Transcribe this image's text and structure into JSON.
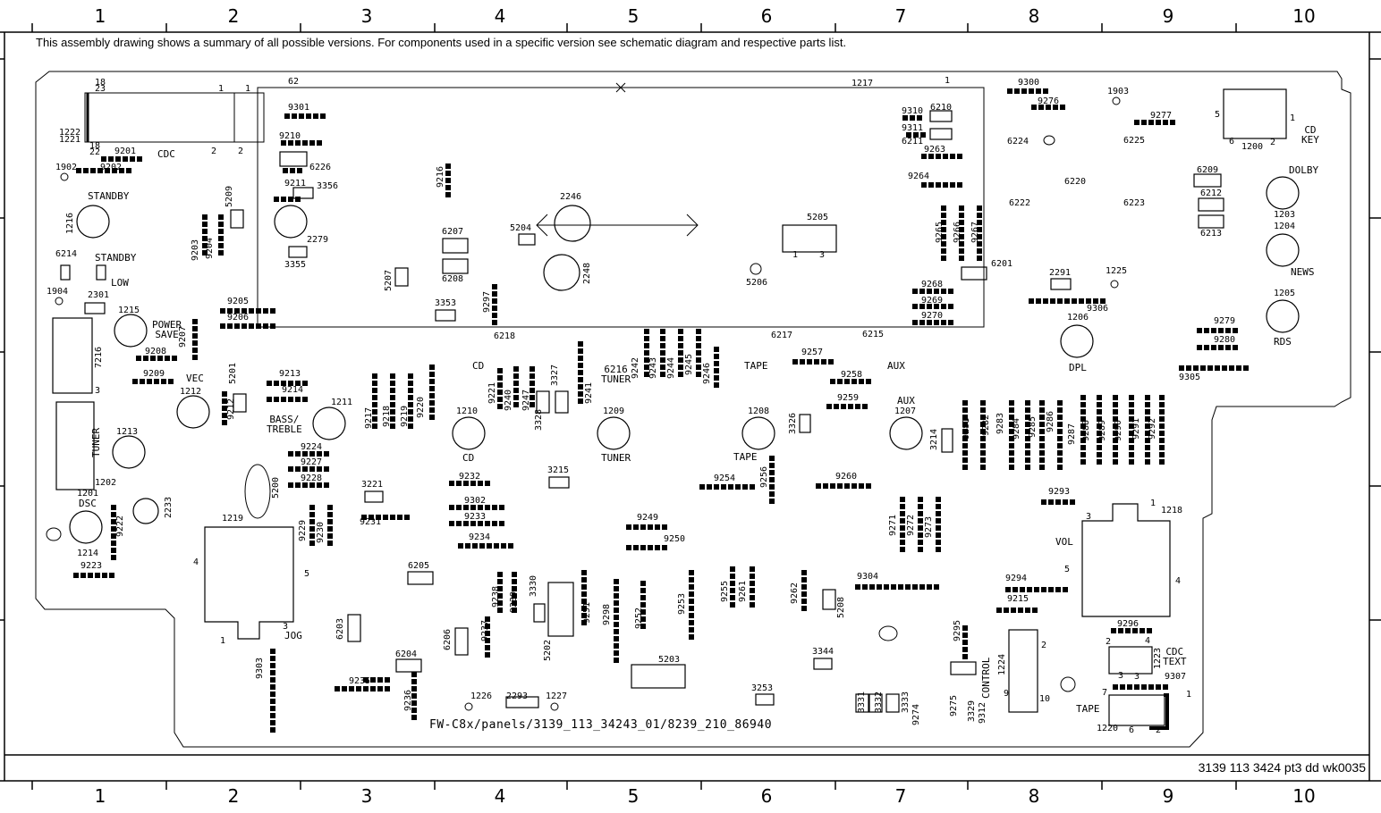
{
  "grid_columns": [
    "1",
    "2",
    "3",
    "4",
    "5",
    "6",
    "7",
    "8",
    "9",
    "10"
  ],
  "note": "This assembly drawing shows a summary of all possible versions. For components used in a specific version see schematic diagram and respective parts list.",
  "document_number": "3139 113 3424 pt3  dd wk0035",
  "board_id": "FW-C8x/panels/3139_113_34243_01/8239_210_86940",
  "captions": {
    "cdc": "CDC",
    "standby_btn": "STANDBY",
    "standby_led": "STANDBY",
    "low": "LOW",
    "power_save": "POWER\nSAVE",
    "vec": "VEC",
    "bass_treble": "BASS/\nTREBLE",
    "tuner_vert": "TUNER",
    "dsc": "DSC",
    "jog": "JOG",
    "cd_led": "CD",
    "tuner_led": "6216\nTUNER",
    "tape_led": "TAPE",
    "aux_led": "AUX",
    "cd_btn": "CD",
    "tuner_btn": "TUNER",
    "tape_btn": "TAPE",
    "aux_btn": "AUX",
    "dpl": "DPL",
    "rds": "RDS",
    "news": "NEWS",
    "dolby": "DOLBY",
    "cd_key": "CD\nKEY",
    "vol": "VOL",
    "cdc_text": "CDC\nTEXT",
    "tape_conn": "TAPE",
    "control": "CONTROL"
  },
  "refs": {
    "r9301": "9301",
    "r9210": "9210",
    "r6226": "6226",
    "r9211": "9211",
    "r3356": "3356",
    "r2279": "2279",
    "r3355": "3355",
    "r9216": "9216",
    "r2246": "2246",
    "r5204": "5204",
    "r6207": "6207",
    "r6208": "6208",
    "r2248": "2248",
    "r5207": "5207",
    "r3353": "3353",
    "r9297": "9297",
    "r5205": "5205",
    "r5206": "5206",
    "r1217": "1217",
    "r62": "62",
    "r9310": "9310",
    "r6210": "6210",
    "r9311": "9311",
    "r6211": "6211",
    "r9263": "9263",
    "r9264": "9264",
    "r9265": "9265",
    "r9266": "9266",
    "r9267": "9267",
    "r6201": "6201",
    "r9268": "9268",
    "r9269": "9269",
    "r9270": "9270",
    "r9300": "9300",
    "r9276": "9276",
    "r1903": "1903",
    "r9277": "9277",
    "r6224": "6224",
    "r6225": "6225",
    "r6220": "6220",
    "r6222": "6222",
    "r6223": "6223",
    "r2291": "2291",
    "r1225": "1225",
    "r9306": "9306",
    "r1206": "1206",
    "r1200": "1200",
    "r6209": "6209",
    "r6212": "6212",
    "r6213": "6213",
    "r1203": "1203",
    "r1204": "1204",
    "r1205": "1205",
    "r9279": "9279",
    "r9280": "9280",
    "r9305": "9305",
    "r1222": "1222",
    "r1221": "1221",
    "r9201": "9201",
    "r1902": "1902",
    "r9202": "9202",
    "r1216": "1216",
    "r5209": "5209",
    "r9203": "9203",
    "r9204": "9204",
    "r6214": "6214",
    "r1904": "1904",
    "r2301": "2301",
    "r1215": "1215",
    "r9205": "9205",
    "r9206": "9206",
    "r7216": "7216",
    "r9208": "9208",
    "r9207": "9207",
    "r9209": "9209",
    "r1212": "1212",
    "r5201": "5201",
    "r9212": "9212",
    "r9213": "9213",
    "r9214": "9214",
    "r1211": "1211",
    "r1213": "1213",
    "r1201": "1201",
    "r1202": "1202",
    "r2233": "2233",
    "r9222": "9222",
    "r1214": "1214",
    "r9223": "9223",
    "r9224": "9224",
    "r9227": "9227",
    "r9228": "9228",
    "r5200": "5200",
    "r1219": "1219",
    "r9229": "9229",
    "r9230": "9230",
    "r3221": "3221",
    "r9231": "9231",
    "r9217": "9217",
    "r9218": "9218",
    "r9219": "9219",
    "r9220": "9220",
    "r6218": "6218",
    "r1210": "1210",
    "r9221": "9221",
    "r9240": "9240",
    "r9247": "9247",
    "r3328": "3328",
    "r3327": "3327",
    "r9241": "9241",
    "r9232": "9232",
    "r9302": "9302",
    "r9233": "9233",
    "r9234": "9234",
    "r3215": "3215",
    "r1209": "1209",
    "r9242": "9242",
    "r9243": "9243",
    "r9244": "9244",
    "r9245": "9245",
    "r9246": "9246",
    "r6217": "6217",
    "r1208": "1208",
    "r9257": "9257",
    "r9258": "9258",
    "r9259": "9259",
    "r3326": "3326",
    "r6215": "6215",
    "r1207": "1207",
    "r3214": "3214",
    "r9254": "9254",
    "r9256": "9256",
    "r9260": "9260",
    "r9249": "9249",
    "r9250": "9250",
    "r9255": "9255",
    "r9261": "9261",
    "r9262": "9262",
    "r5208": "5208",
    "r9304": "9304",
    "r6205": "6205",
    "r6203": "6203",
    "r6204": "6204",
    "r6206": "6206",
    "r9238": "9238",
    "r9239": "9239",
    "r3330": "3330",
    "r9237": "9237",
    "r5202": "5202",
    "r9251": "9251",
    "r9298": "9298",
    "r9252": "9252",
    "r9253": "9253",
    "r5203": "5203",
    "r3344": "3344",
    "r3253": "3253",
    "r9303": "9303",
    "r9235": "9235",
    "r9236": "9236",
    "r1226": "1226",
    "r2293": "2293",
    "r1227": "1227",
    "r9281": "9281",
    "r9282": "9282",
    "r9283": "9283",
    "r9284": "9284",
    "r9285": "9285",
    "r9286": "9286",
    "r9287": "9287",
    "r9288": "9288",
    "r9289": "9289",
    "r9290": "9290",
    "r9291": "9291",
    "r9292": "9292",
    "r9271": "9271",
    "r9272": "9272",
    "r9273": "9273",
    "r9293": "9293",
    "r1218": "1218",
    "r9294": "9294",
    "r9215": "9215",
    "r9295": "9295",
    "r1224": "1224",
    "r9296": "9296",
    "r1223": "1223",
    "r9307": "9307",
    "r1220": "1220",
    "r9275": "9275",
    "r3329": "3329",
    "r9312": "9312",
    "r9274": "9274",
    "r3331": "3331",
    "r3332": "3332",
    "r3333": "3333"
  },
  "pins": {
    "p18": "18",
    "p23": "23",
    "p1a": "1",
    "p1b": "1",
    "p22": "22",
    "p18b": "18",
    "p2a": "2",
    "p2b": "2",
    "p1c": "1",
    "p3a": "3",
    "p3b": "3",
    "p4a": "4",
    "p5a": "5",
    "p6a": "6",
    "p1d": "1",
    "p2c": "2",
    "p3c": "3",
    "p4b": "4",
    "p5b": "5",
    "p1e": "1",
    "p2d": "2",
    "p4c": "4",
    "p3d": "3",
    "p7a": "7",
    "p1f": "1",
    "p6b": "6",
    "p2e": "2",
    "p9a": "9",
    "p10a": "10",
    "p2f": "2",
    "p1g": "1",
    "p3e": "3",
    "p4d": "4",
    "p5c": "5",
    "p1h": "1",
    "p3f": "3"
  }
}
